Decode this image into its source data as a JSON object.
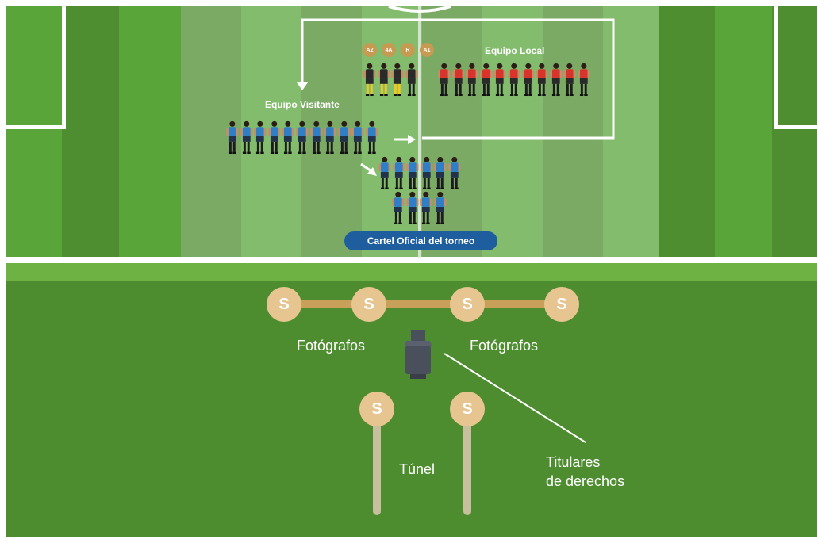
{
  "diagram": {
    "home_team_label": "Equipo Local",
    "away_team_label": "Equipo Visitante",
    "position_badges": [
      "A2",
      "4A",
      "R",
      "A1"
    ],
    "banner_label": "Cartel Oficial del torneo",
    "photographers_left": "Fotógrafos",
    "photographers_right": "Fotógrafos",
    "tunnel_label": "Túnel",
    "rights_holders_line1": "Titulares",
    "rights_holders_line2": "de derechos",
    "security_marker": "S"
  },
  "colors": {
    "pitch_dark": "#4e8d30",
    "pitch_light": "#5aa53a",
    "home_kit": "#d9342b",
    "away_kit": "#2f7fc7",
    "referee_kit": "#f2c81d",
    "banner": "#1f5e9e",
    "security_marker": "#e6c590",
    "rope": "#c9a05a"
  },
  "icons": {
    "camera": "tv-camera-icon",
    "player": "player-figure-icon",
    "arrow": "arrow-icon"
  },
  "counts": {
    "referees": 4,
    "home_players": 11,
    "away_players": 11,
    "home_starters_front": 6,
    "away_starters_back": 4
  }
}
